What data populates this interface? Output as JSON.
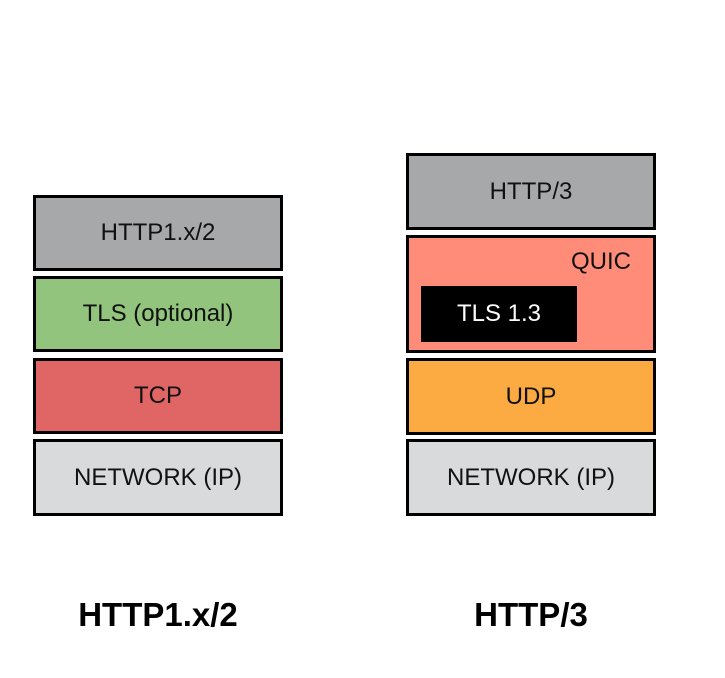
{
  "left_stack": {
    "caption": "HTTP1.x/2",
    "layers": [
      {
        "label": "HTTP1.x/2",
        "color": "#a7a8aa"
      },
      {
        "label": "TLS (optional)",
        "color": "#93c47d"
      },
      {
        "label": "TCP",
        "color": "#e06666"
      },
      {
        "label": "NETWORK (IP)",
        "color": "#d9dadc"
      }
    ]
  },
  "right_stack": {
    "caption": "HTTP/3",
    "layers": [
      {
        "label": "HTTP/3",
        "color": "#a7a8aa"
      },
      {
        "label": "QUIC",
        "color": "#ff8c78",
        "inner_label": "TLS 1.3",
        "inner_color": "#000000"
      },
      {
        "label": "UDP",
        "color": "#fbab42"
      },
      {
        "label": "NETWORK (IP)",
        "color": "#d9dadc"
      }
    ]
  }
}
